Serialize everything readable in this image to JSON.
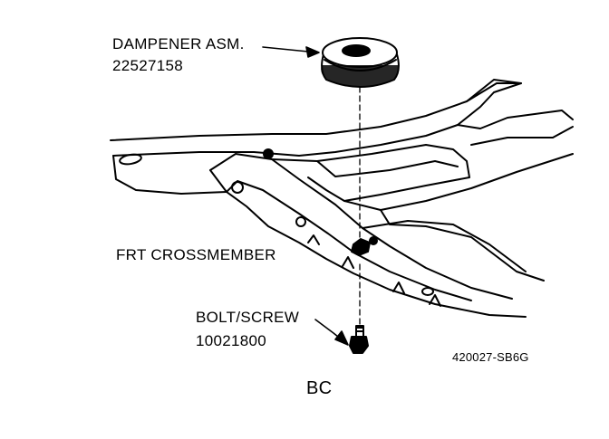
{
  "labels": {
    "dampener_name": "DAMPENER ASM.",
    "dampener_part": "22527158",
    "crossmember": "FRT CROSSMEMBER",
    "bolt_name": "BOLT/SCREW",
    "bolt_part": "10021800",
    "figure_ref": "420027-SB6G",
    "caption": "BC"
  }
}
